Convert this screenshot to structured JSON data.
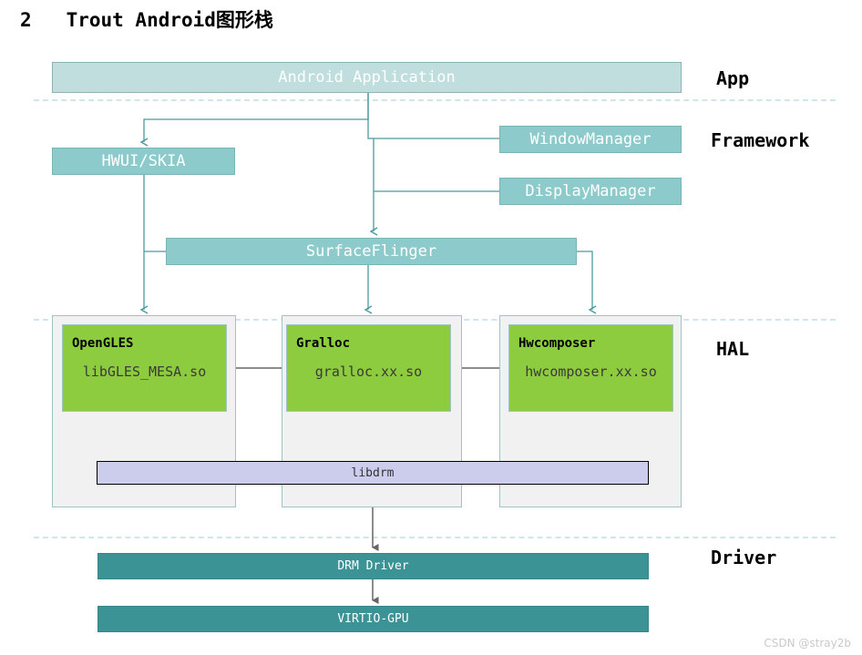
{
  "title": "2   Trout Android图形栈",
  "watermark": "CSDN @stray2b",
  "colors": {
    "app_box": "#bfdedd",
    "teal_box": "#8ccacb",
    "dark_teal_box": "#3c9396",
    "green_module": "#8ccc3e",
    "libdrm_box": "#ccccec",
    "panel_bg": "#f1f1f1",
    "connector_teal": "#4a9a9e",
    "connector_gray": "#666666",
    "dashed_separator": "#cfe6ee"
  },
  "layer_labels": [
    {
      "name": "app",
      "text": "App"
    },
    {
      "name": "framework",
      "text": "Framework"
    },
    {
      "name": "hal",
      "text": "HAL"
    },
    {
      "name": "driver",
      "text": "Driver"
    }
  ],
  "app_layer": {
    "application_box": "Android Application"
  },
  "framework_layer": {
    "hwui_skia": "HWUI/SKIA",
    "window_manager": "WindowManager",
    "display_manager": "DisplayManager",
    "surface_flinger": "SurfaceFlinger"
  },
  "hal_layer": {
    "modules": [
      {
        "name": "opengles",
        "title": "OpenGLES",
        "lib": "libGLES_MESA.so"
      },
      {
        "name": "gralloc",
        "title": "Gralloc",
        "lib": "gralloc.xx.so"
      },
      {
        "name": "hwcomposer",
        "title": "Hwcomposer",
        "lib": "hwcomposer.xx.so"
      }
    ],
    "libdrm": "libdrm"
  },
  "driver_layer": {
    "drm_driver": "DRM Driver",
    "virtio_gpu": "VIRTIO-GPU"
  }
}
